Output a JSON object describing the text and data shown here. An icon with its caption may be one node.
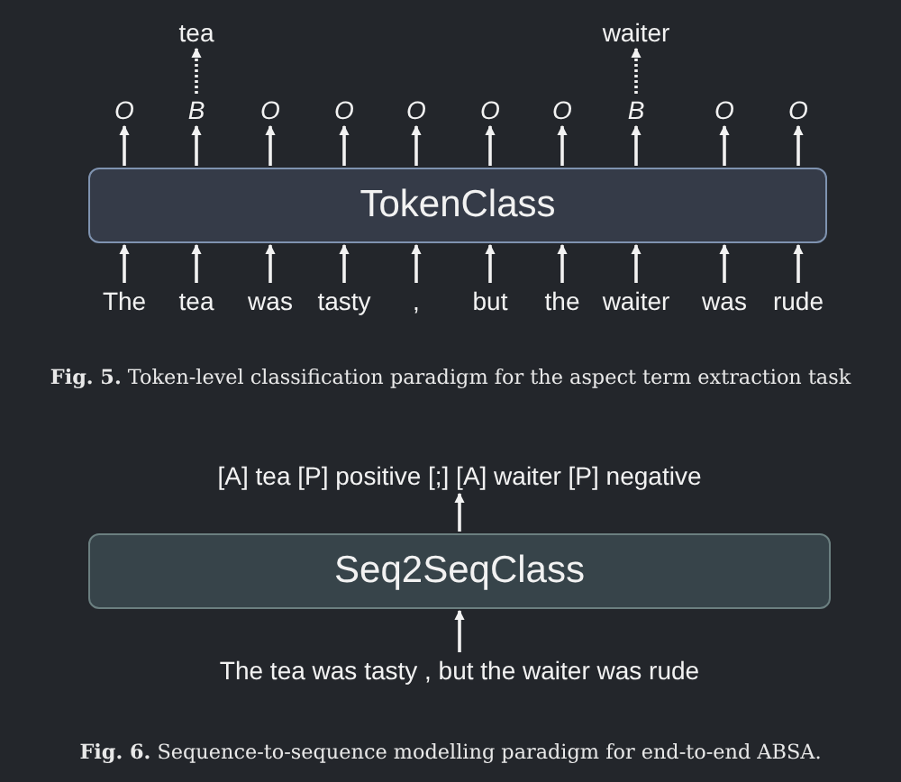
{
  "diagram": {
    "nodes": [
      {
        "text": [
          "tea"
        ]
      },
      {
        "text": [
          "waiter"
        ]
      },
      {
        "text": [
          "O"
        ]
      },
      {
        "text": [
          "B"
        ]
      },
      {
        "text": [
          "O"
        ]
      },
      {
        "text": [
          "O"
        ]
      },
      {
        "text": [
          "O"
        ]
      },
      {
        "text": [
          "O"
        ]
      },
      {
        "text": [
          "O"
        ]
      },
      {
        "text": [
          "B"
        ]
      },
      {
        "text": [
          "O"
        ]
      },
      {
        "text": [
          "O"
        ]
      },
      {
        "text": [
          "TokenClass"
        ]
      },
      {
        "text": [
          "The"
        ]
      },
      {
        "text": [
          "tea"
        ]
      },
      {
        "text": [
          "was"
        ]
      },
      {
        "text": [
          "tasty"
        ]
      },
      {
        "text": [
          ","
        ]
      },
      {
        "text": [
          "but"
        ]
      },
      {
        "text": [
          "the"
        ]
      },
      {
        "text": [
          "waiter"
        ]
      },
      {
        "text": [
          "was"
        ]
      },
      {
        "text": [
          "rude"
        ]
      },
      {
        "text": [
          "[A] tea [P] positive [;] [A] waiter [P] negative"
        ]
      },
      {
        "text": [
          "Seq2SeqClass"
        ]
      },
      {
        "text": [
          "The tea was tasty , but the waiter was rude"
        ]
      }
    ],
    "edges": [
      {
        "from": 13,
        "to": 12,
        "arrow": "to"
      },
      {
        "from": 14,
        "to": 12,
        "arrow": "to"
      },
      {
        "from": 15,
        "to": 12,
        "arrow": "to"
      },
      {
        "from": 16,
        "to": 12,
        "arrow": "to"
      },
      {
        "from": 17,
        "to": 12,
        "arrow": "to"
      },
      {
        "from": 18,
        "to": 12,
        "arrow": "to"
      },
      {
        "from": 19,
        "to": 12,
        "arrow": "to"
      },
      {
        "from": 20,
        "to": 12,
        "arrow": "to"
      },
      {
        "from": 21,
        "to": 12,
        "arrow": "to"
      },
      {
        "from": 22,
        "to": 12,
        "arrow": "to"
      },
      {
        "from": 12,
        "to": 2,
        "arrow": "to"
      },
      {
        "from": 12,
        "to": 3,
        "arrow": "to"
      },
      {
        "from": 12,
        "to": 4,
        "arrow": "to"
      },
      {
        "from": 12,
        "to": 5,
        "arrow": "to"
      },
      {
        "from": 12,
        "to": 6,
        "arrow": "to"
      },
      {
        "from": 12,
        "to": 7,
        "arrow": "to"
      },
      {
        "from": 12,
        "to": 8,
        "arrow": "to"
      },
      {
        "from": 12,
        "to": 9,
        "arrow": "to"
      },
      {
        "from": 12,
        "to": 10,
        "arrow": "to"
      },
      {
        "from": 12,
        "to": 11,
        "arrow": "to"
      },
      {
        "from": 3,
        "to": 0,
        "arrow": "to",
        "style": "dashed"
      },
      {
        "from": 9,
        "to": 1,
        "arrow": "to",
        "style": "dashed"
      },
      {
        "from": 25,
        "to": 24,
        "arrow": "to"
      },
      {
        "from": 24,
        "to": 23,
        "arrow": "to"
      }
    ],
    "labels": [
      "**Fig. 5.** Token-level classification paradigm for the aspect term extraction task",
      "**Fig. 6.** Sequence-to-sequence modelling paradigm for end-to-end ABSA."
    ]
  }
}
